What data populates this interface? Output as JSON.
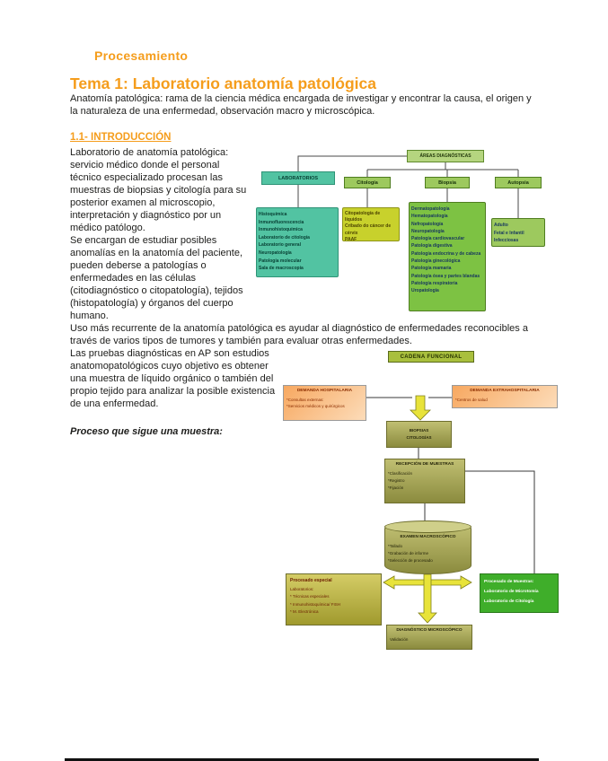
{
  "page": {
    "title_small": "Procesamiento",
    "title_main": "Tema 1: Laboratorio anatomía patológica",
    "intro": "Anatomía patológica: rama de la ciencia médica encargada de investigar y encontrar la causa, el origen y la naturaleza de una enfermedad, observación macro y microscópica.",
    "section_heading": "1.1- INTRODUCCIÓN",
    "para_lab": "Laboratorio de anatomía patológica: servicio médico donde el personal técnico especializado procesan las muestras de biopsias y citología para su posterior examen al microscopio, interpretación y diagnóstico por un médico patólogo.",
    "para_encargan": "Se encargan de estudiar posibles anomalías en la anatomía del paciente, pueden deberse a patologías o enfermedades en las células (citodiagnóstico o citopatología), tejidos (histopatología) y órganos del cuerpo humano.",
    "para_uso": "Uso más recurrente de la anatomía patológica es ayudar al diagnóstico de enfermedades reconocibles a través de varios tipos de tumores y también para evaluar otras enfermedades.",
    "para_pruebas": "Las pruebas diagnósticas en AP son estudios anatomopatológicos cuyo objetivo es obtener una muestra de líquido orgánico o también del propio tejido para analizar la posible existencia de una enfermedad.",
    "process_heading": "Proceso que sigue una muestra:"
  },
  "diagram_areas": {
    "root": "ÁREAS DIAGNÓSTICAS",
    "laboratorios": "LABORATORIOS",
    "laboratorios_items": [
      "Histoquímica",
      "Inmunofluorescencia",
      "Inmunohistoquímica",
      "Laboratorio de citología",
      "Laboratorio general",
      "Neuropatología",
      "Patología molecular",
      "Sala de macroscopía"
    ],
    "citologia": "Citología",
    "citologia_items": [
      "Citopatología de líquidos",
      "Cribado do cáncer de cérvix",
      "PAAF"
    ],
    "biopsia": "Biopsia",
    "biopsia_items": [
      "Dermatopatología",
      "Hematopatología",
      "Nefropatología",
      "Neuropatología",
      "Patología cardiovascular",
      "Patología digestiva",
      "Patología endocrina y de cabeza",
      "Patología ginecológica",
      "Patología mamaria",
      "Patología ósea y partes blandas",
      "Patología respiratoria",
      "Uropatología"
    ],
    "autopsia": "Autopsia",
    "autopsia_items": [
      "Adulto",
      "Fetal e Infantil",
      "Infecciosas"
    ]
  },
  "diagram_cadena": {
    "header": "CADENA FUNCIONAL",
    "demanda_hospitalaria": {
      "title": "DEMANDA HOSPITALARIA",
      "items": [
        "*Consultas externas:",
        "*Servicios médicos y quirúrgicos"
      ]
    },
    "demanda_extrahospitalaria": {
      "title": "DEMANDA EXTRAHOSPITALARIA",
      "items": [
        "*Centros de salud"
      ]
    },
    "biopsias": {
      "items": [
        "BIOPSIAS",
        "CITOLOGÍAS"
      ]
    },
    "recepcion": {
      "title": "RECEPCIÓN DE MUESTRAS",
      "items": [
        "*Clasificación",
        "*Registro",
        "*Fijación"
      ]
    },
    "examen": {
      "title": "EXAMEN  MACROSCÓPICO",
      "items": [
        "*Tallado",
        "*Grabación de informe",
        "*Selección de procesado"
      ]
    },
    "procesado_especial": {
      "title": "Procesado especial",
      "items": [
        "Laboratorios:",
        "* Técnicas especiales",
        "* Inmunohistoquímica/ FISH",
        "* M. Electrónica"
      ]
    },
    "procesado_muestras": {
      "items": [
        "Procesado de Muestras:",
        "Laboratorio de Microtomía",
        "Laboratorio de  Citología"
      ]
    },
    "diagnostico": {
      "title": "DIAGNÓSTICO MICROSCÓPICO",
      "sub": "Validación"
    }
  },
  "colors": {
    "heading-orange": "#f59d1c",
    "body-text": "#1d1d1b",
    "teal": "#52c3a2",
    "teal-border": "#2f9377",
    "green-label": "#9dc95e",
    "green-border": "#4f7d1f",
    "green-list": "#7dc243",
    "yellowgreen-list": "#c8d12c",
    "cadena-green": "#a9bf3d",
    "olive-dark": "#8b8b3e",
    "olive-light": "#c0bf72",
    "orange-box": "#f7a860",
    "orange-box-light": "#fcdcb9",
    "dark-red": "#8b2d00",
    "bright-green": "#3fae2a",
    "arrow-yellow": "#e8e33a"
  }
}
